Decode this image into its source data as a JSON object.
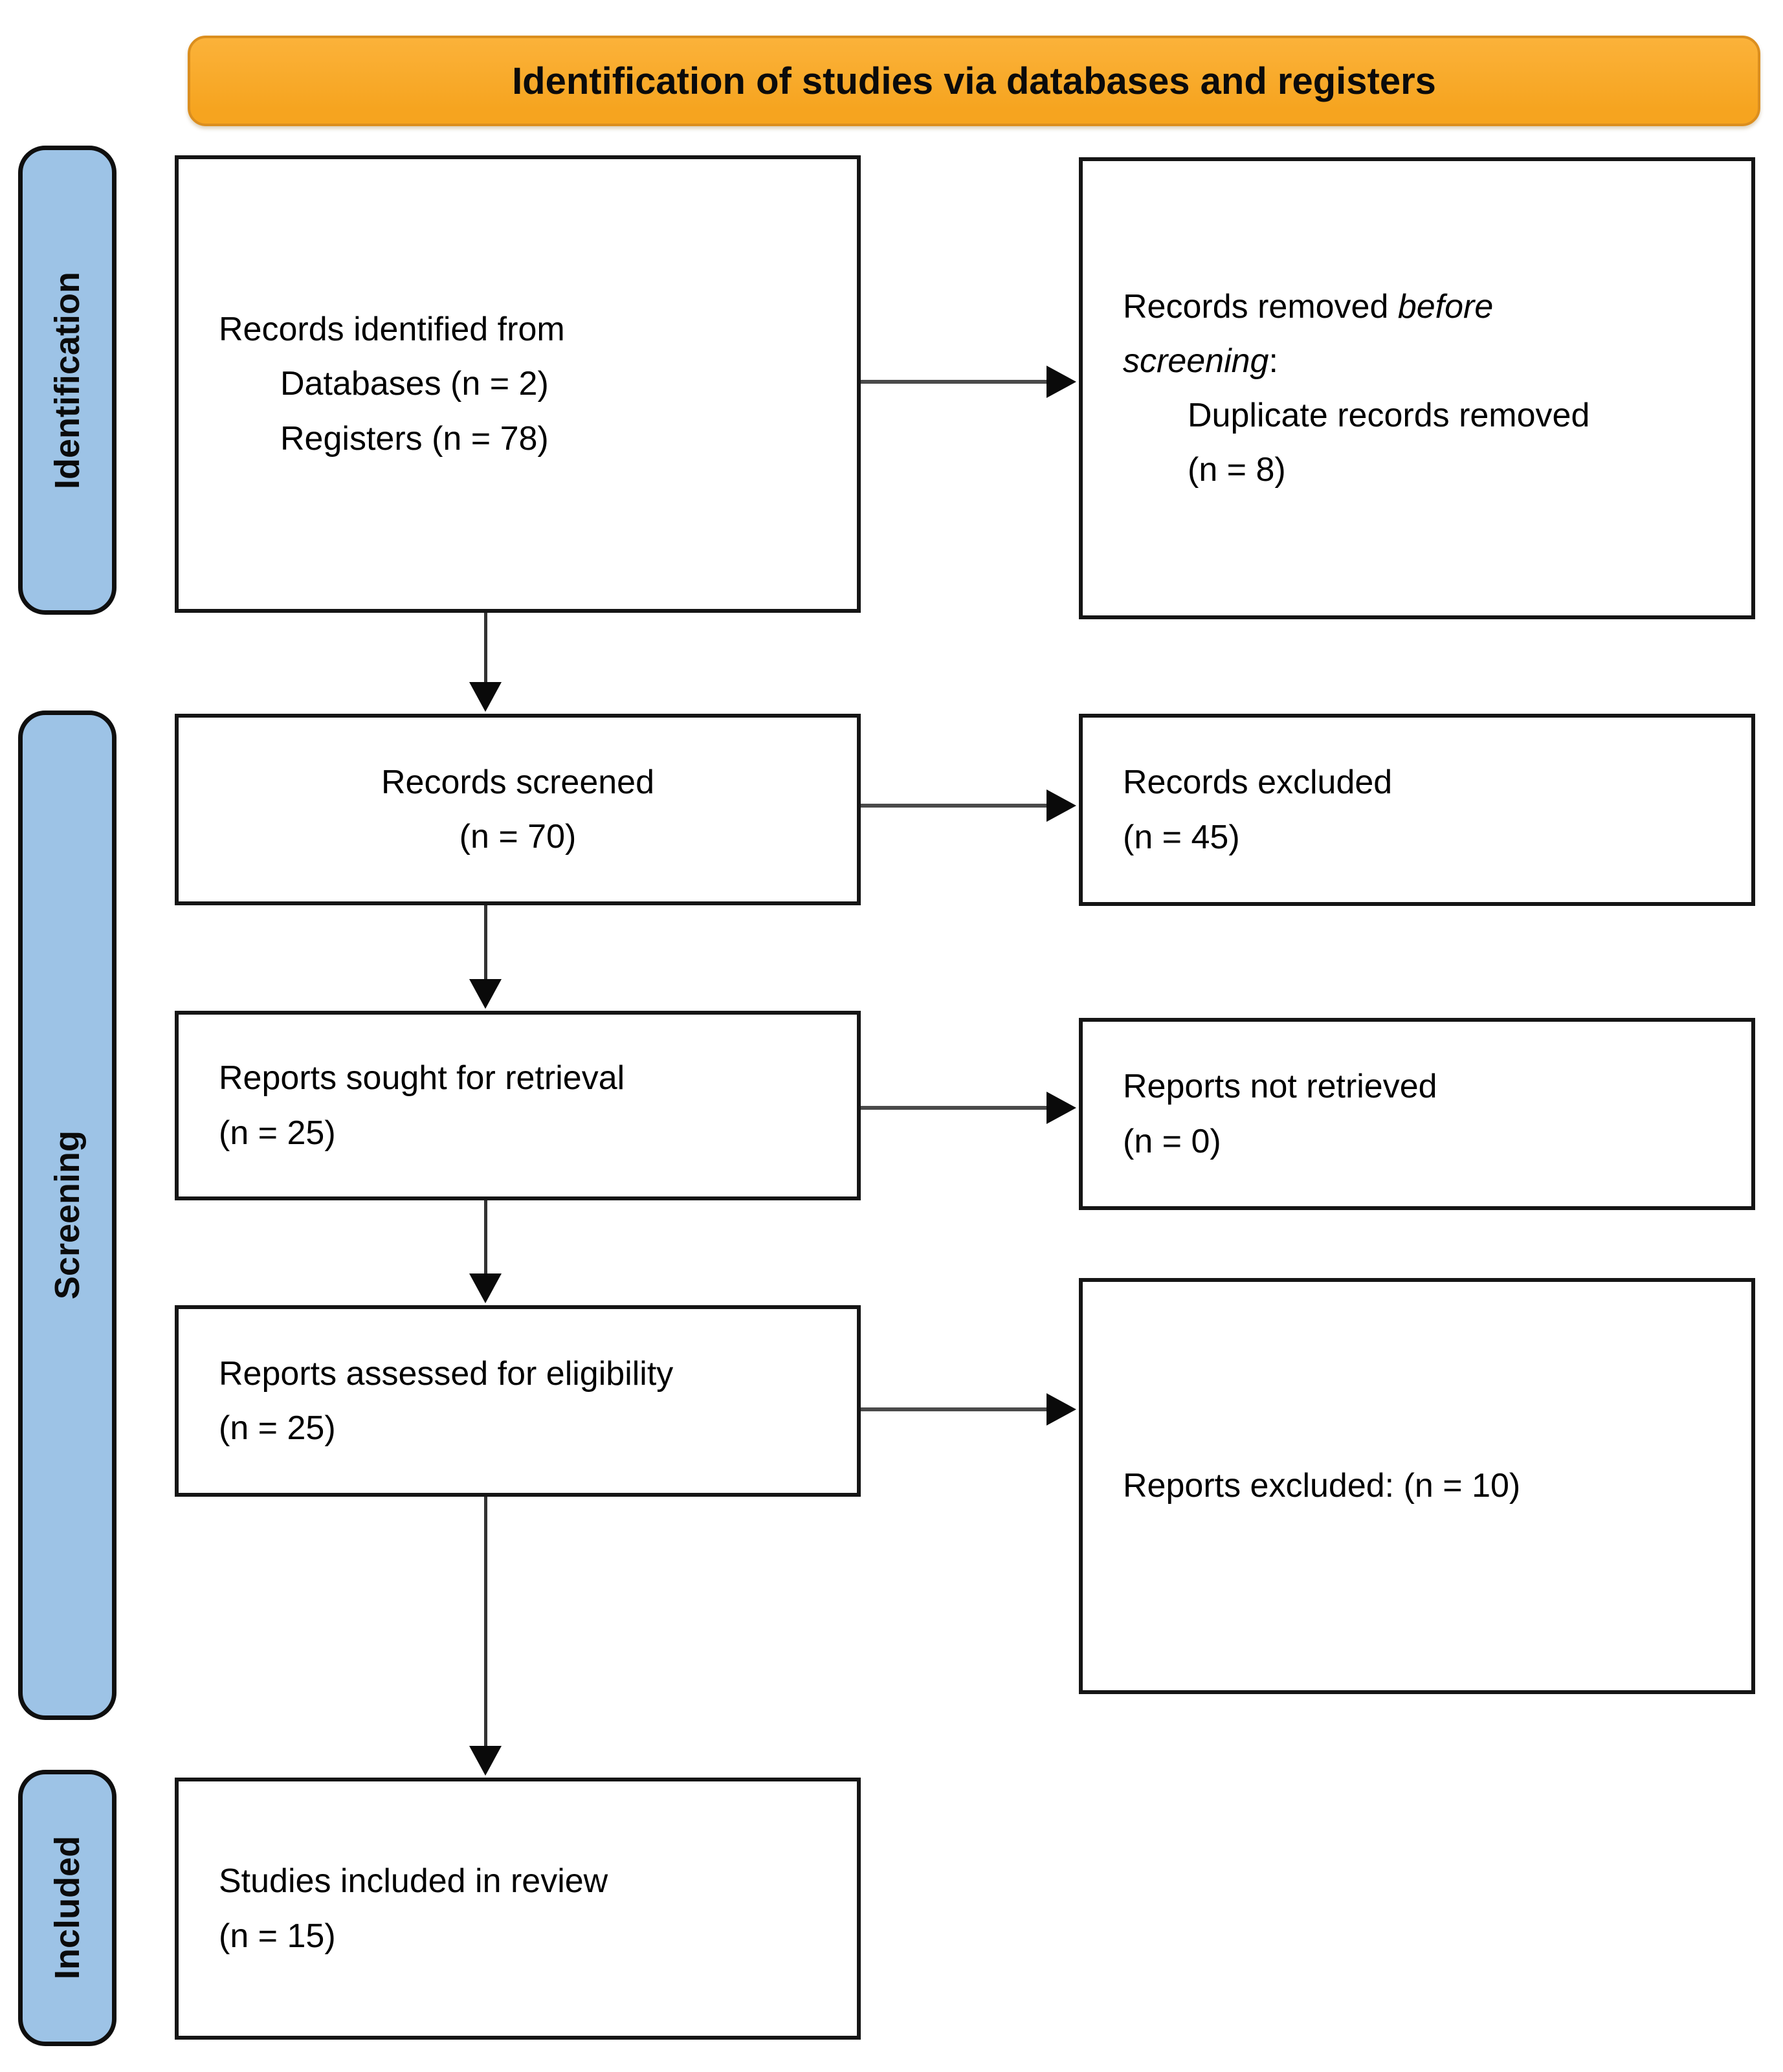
{
  "banner": {
    "title": "Identification of studies via databases and registers"
  },
  "stages": {
    "identification": "Identification",
    "screening": "Screening",
    "included": "Included"
  },
  "boxes": {
    "records_identified": {
      "heading": "Records identified from",
      "databases": "Databases (n = 2)",
      "registers": "Registers (n = 78)"
    },
    "records_removed": {
      "line1_text": "Records removed ",
      "line1_italic": "before",
      "line2_italic": "screening",
      "line2_text": ":",
      "reason": "Duplicate records removed",
      "count": "(n = 8)"
    },
    "records_screened": {
      "label": "Records screened",
      "count": "(n = 70)"
    },
    "records_excluded": {
      "label": "Records excluded",
      "count": "(n = 45)"
    },
    "reports_sought": {
      "label": "Reports sought for retrieval",
      "count": "(n = 25)"
    },
    "reports_not_retrieved": {
      "label": "Reports not retrieved",
      "count": "(n = 0)"
    },
    "reports_assessed": {
      "label": "Reports assessed for eligibility",
      "count": "(n = 25)"
    },
    "reports_excluded": {
      "label": "Reports excluded: (n = 10)"
    },
    "studies_included": {
      "label": "Studies included in review",
      "count": "(n = 15)"
    }
  },
  "colors": {
    "banner_bg": "#F6A41F",
    "banner_bg_light": "#FBB23A",
    "banner_border": "#DB8E1E",
    "stage_bg": "#9DC3E6",
    "box_border": "#151515",
    "arrow": "#4A4A4A"
  }
}
